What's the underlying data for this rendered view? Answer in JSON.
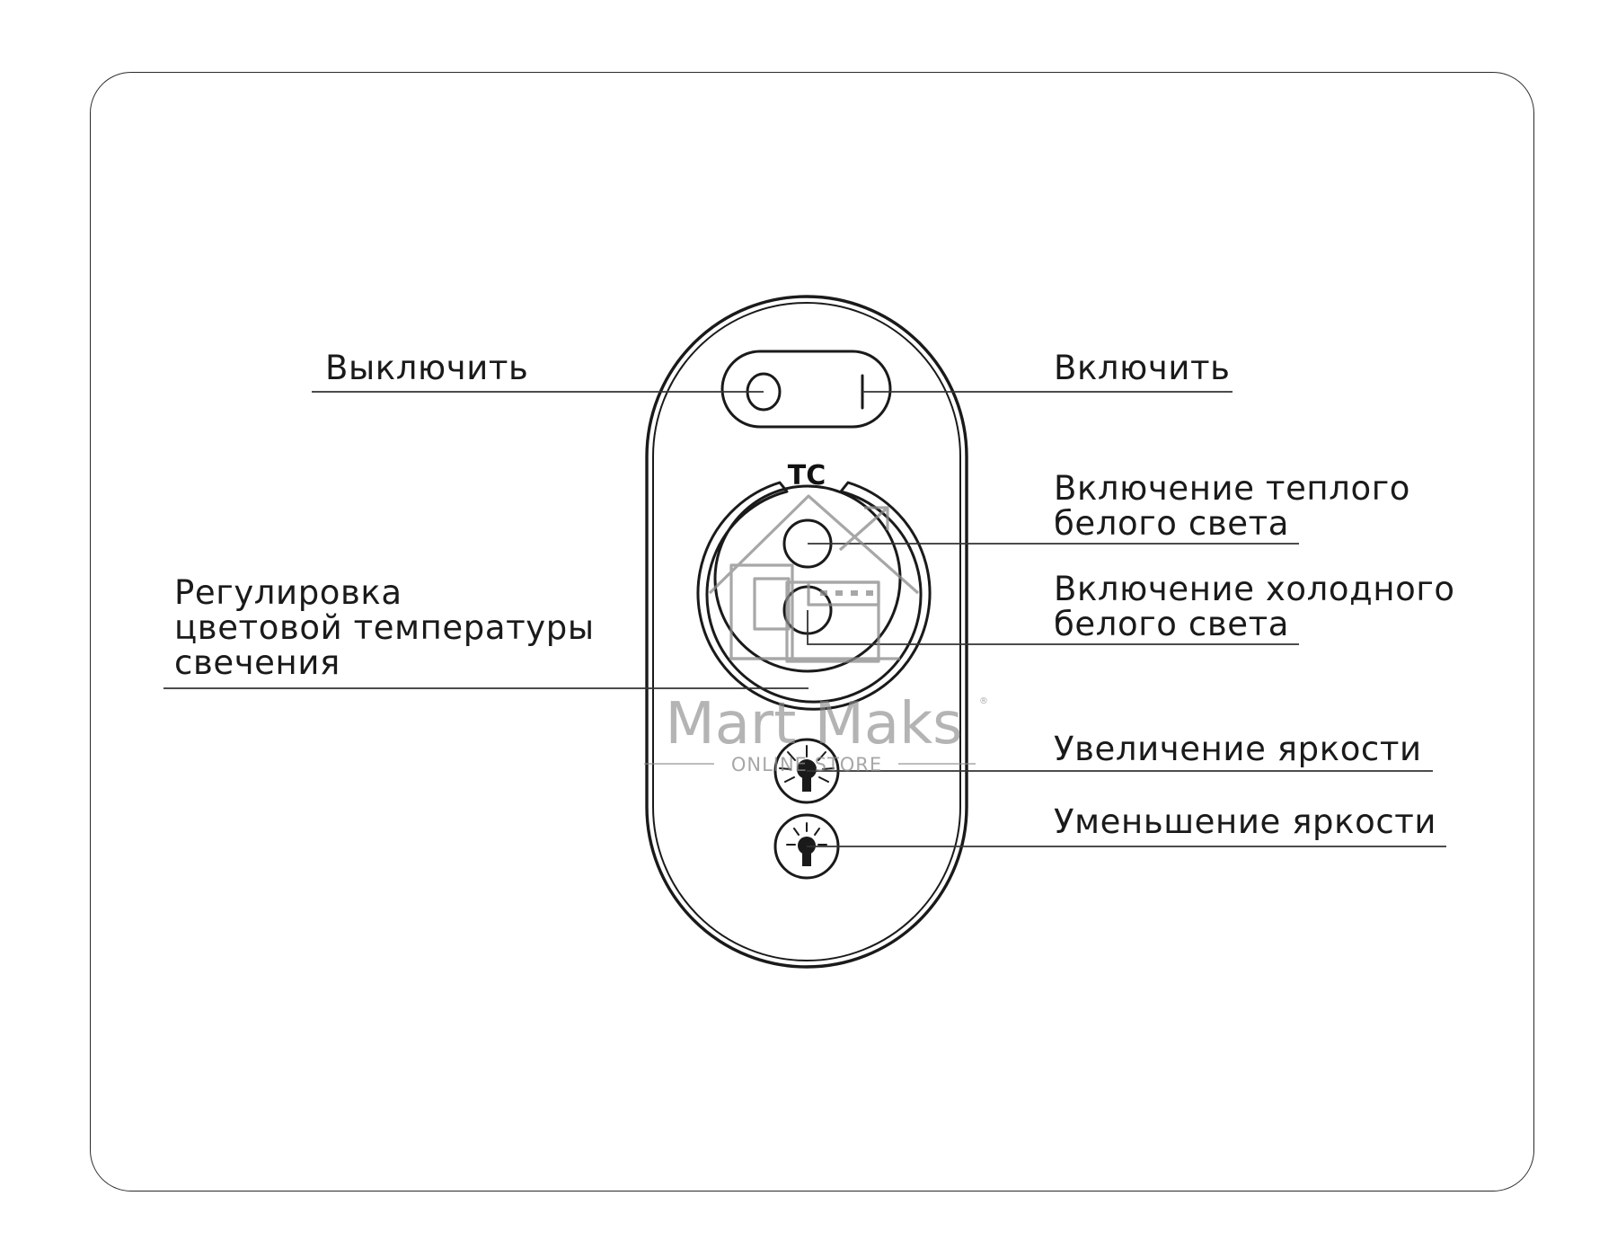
{
  "remote": {
    "badge": "TC"
  },
  "labels": {
    "off": "Выключить",
    "on": "Включить",
    "warm_line1": "Включение теплого",
    "warm_line2": "белого света",
    "cold_line1": "Включение холодного",
    "cold_line2": "белого света",
    "cct_line1": "Регулировка",
    "cct_line2": "цветовой температуры",
    "cct_line3": "свечения",
    "bright_up": "Увеличение яркости",
    "bright_down": "Уменьшение яркости"
  },
  "watermark": {
    "brand": "Mart Maks",
    "sub": "ONLINE STORE",
    "mark": "®"
  },
  "icons": {
    "power_off": "circle-off-icon",
    "power_on": "bar-on-icon",
    "brightness_up": "bulb-bright-icon",
    "brightness_down": "bulb-dim-icon"
  },
  "colors": {
    "line": "#1a1a1a",
    "watermark": "#8a8a8a"
  }
}
